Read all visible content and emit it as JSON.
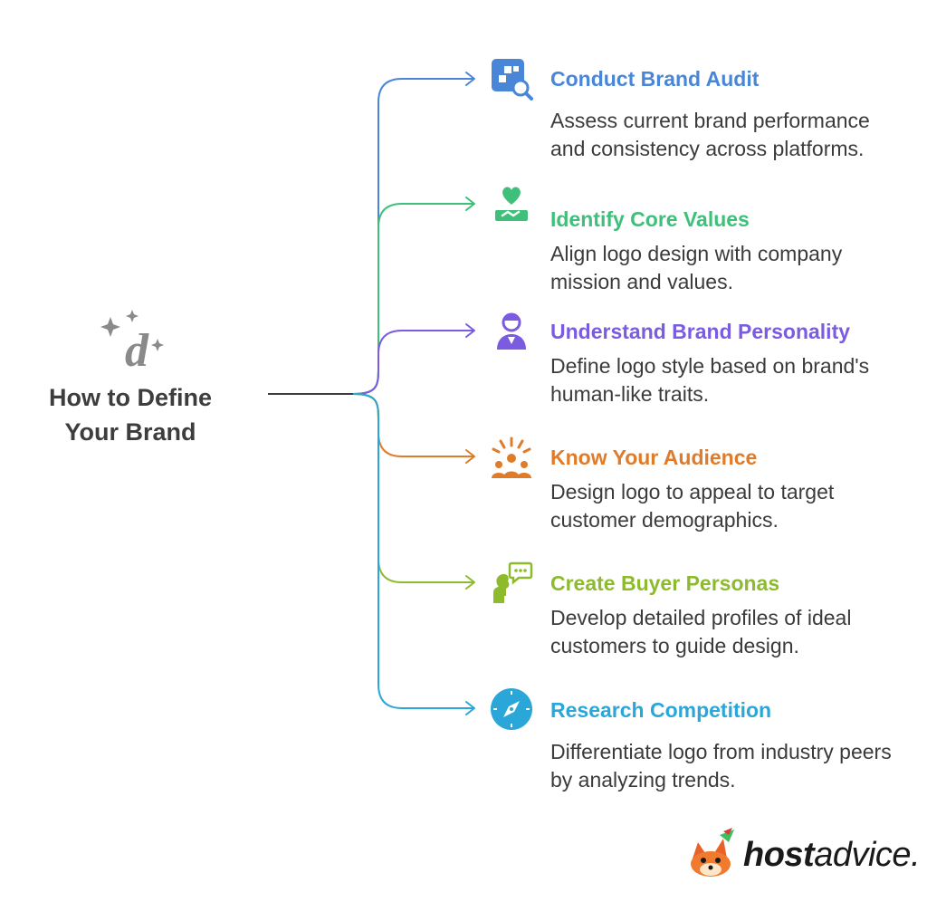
{
  "root": {
    "title_line1": "How to Define",
    "title_line2": "Your Brand",
    "icon": "sparkle-d-icon",
    "color": "#3d3d3d"
  },
  "nodes": [
    {
      "title": "Conduct Brand Audit",
      "description": "Assess current brand performance and consistency across platforms.",
      "color": "#4a86d8",
      "icon": "audit-magnifier-icon"
    },
    {
      "title": "Identify Core Values",
      "description": "Align logo design with company mission and values.",
      "color": "#3fc07a",
      "icon": "heart-handshake-icon"
    },
    {
      "title": "Understand Brand Personality",
      "description": "Define logo style based on brand's human-like traits.",
      "color": "#7b5be0",
      "icon": "person-icon"
    },
    {
      "title": "Know Your Audience",
      "description": "Design logo to appeal to target customer demographics.",
      "color": "#e07b2a",
      "icon": "audience-icon"
    },
    {
      "title": "Create Buyer Personas",
      "description": "Develop detailed profiles of ideal customers to guide design.",
      "color": "#8dbb2d",
      "icon": "speaking-person-icon"
    },
    {
      "title": "Research Competition",
      "description": "Differentiate logo from industry peers by analyzing trends.",
      "color": "#2aa7d8",
      "icon": "compass-icon"
    }
  ],
  "brand": {
    "name_bold": "host",
    "name_light": "advice.",
    "icon": "fox-logo-icon"
  }
}
